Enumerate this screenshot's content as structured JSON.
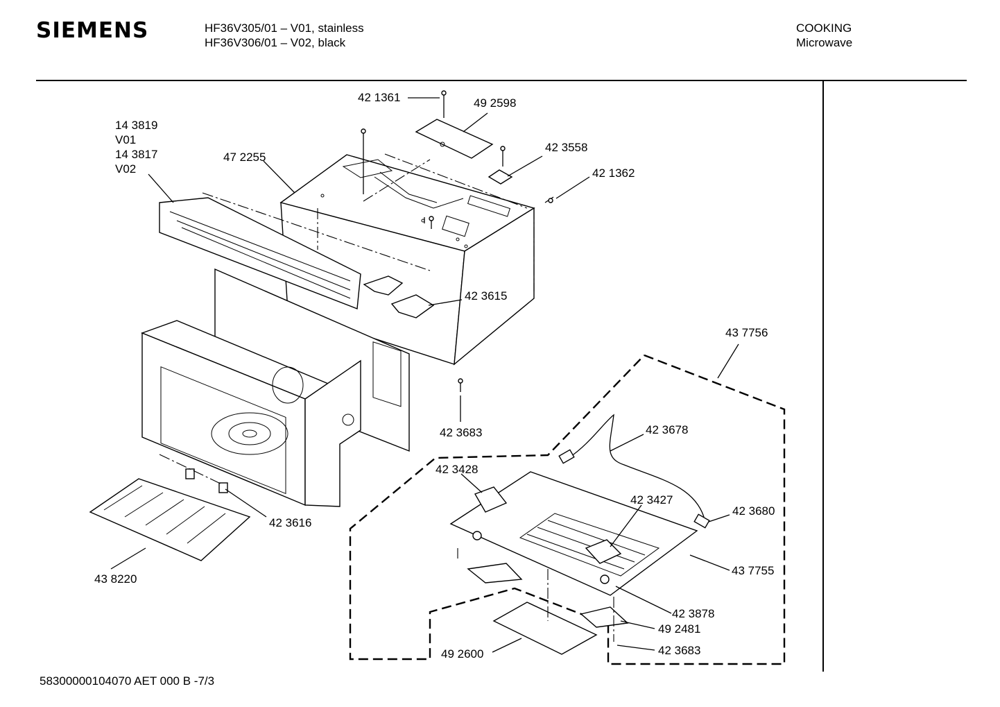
{
  "header": {
    "brand": "SIEMENS",
    "model_line_1": "HF36V305/01 – V01, stainless",
    "model_line_2": "HF36V306/01 – V02, black",
    "category": "COOKING",
    "subcategory": "Microwave"
  },
  "footer": {
    "doc_ref": "58300000104070 AET 000 B  -7/3"
  },
  "part_labels": {
    "p421361": "42 1361",
    "p492598": "49 2598",
    "p143819": "14 3819",
    "v01": "V01",
    "p143817": "14 3817",
    "v02": "V02",
    "p472255": "47 2255",
    "p423558": "42 3558",
    "p421362": "42 1362",
    "p423615": "42 3615",
    "p437756": "43 7756",
    "p423683a": "42 3683",
    "p423678": "42 3678",
    "p423428": "42 3428",
    "p423427": "42 3427",
    "p423680": "42 3680",
    "p423616": "42 3616",
    "p438220": "43 8220",
    "p437755": "43 7755",
    "p423878": "42 3878",
    "p492481": "49 2481",
    "p492600": "49 2600",
    "p423683b": "42 3683"
  }
}
